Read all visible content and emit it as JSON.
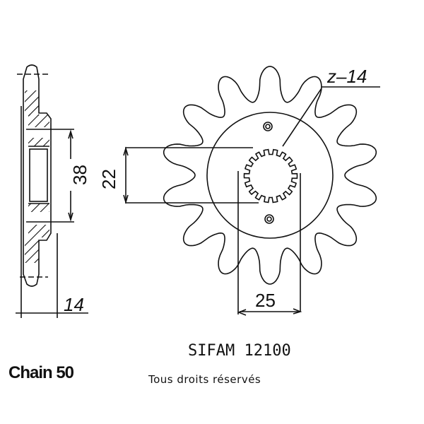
{
  "sprocket": {
    "teeth": 14,
    "label": "z–14"
  },
  "dimensions": {
    "spline_diameter": "22",
    "hub_diameter": "38",
    "thickness": "14",
    "inner_width": "25"
  },
  "footer": {
    "title": "SIFAM  12100",
    "chain": "Chain 50",
    "rights": "Tous droits réservés"
  },
  "colors": {
    "line": "#111111"
  }
}
